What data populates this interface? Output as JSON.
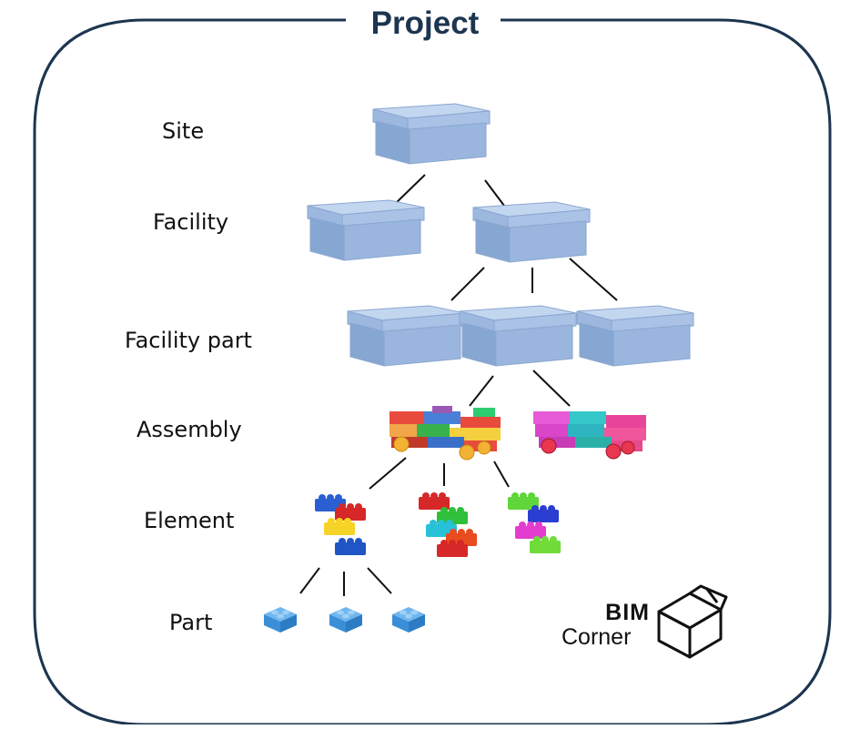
{
  "title": "Project",
  "levels": {
    "site": "Site",
    "facility": "Facility",
    "facility_part": "Facility part",
    "assembly": "Assembly",
    "element": "Element",
    "part": "Part"
  },
  "logo": {
    "line1": "BIM",
    "line2": "Corner"
  },
  "colors": {
    "frame": "#1c3550",
    "box_top": "#bcd2ee",
    "box_front": "#9ab7df",
    "box_side": "#86a5d2",
    "connector": "#111111",
    "part_blue": "#3d8fd6"
  }
}
